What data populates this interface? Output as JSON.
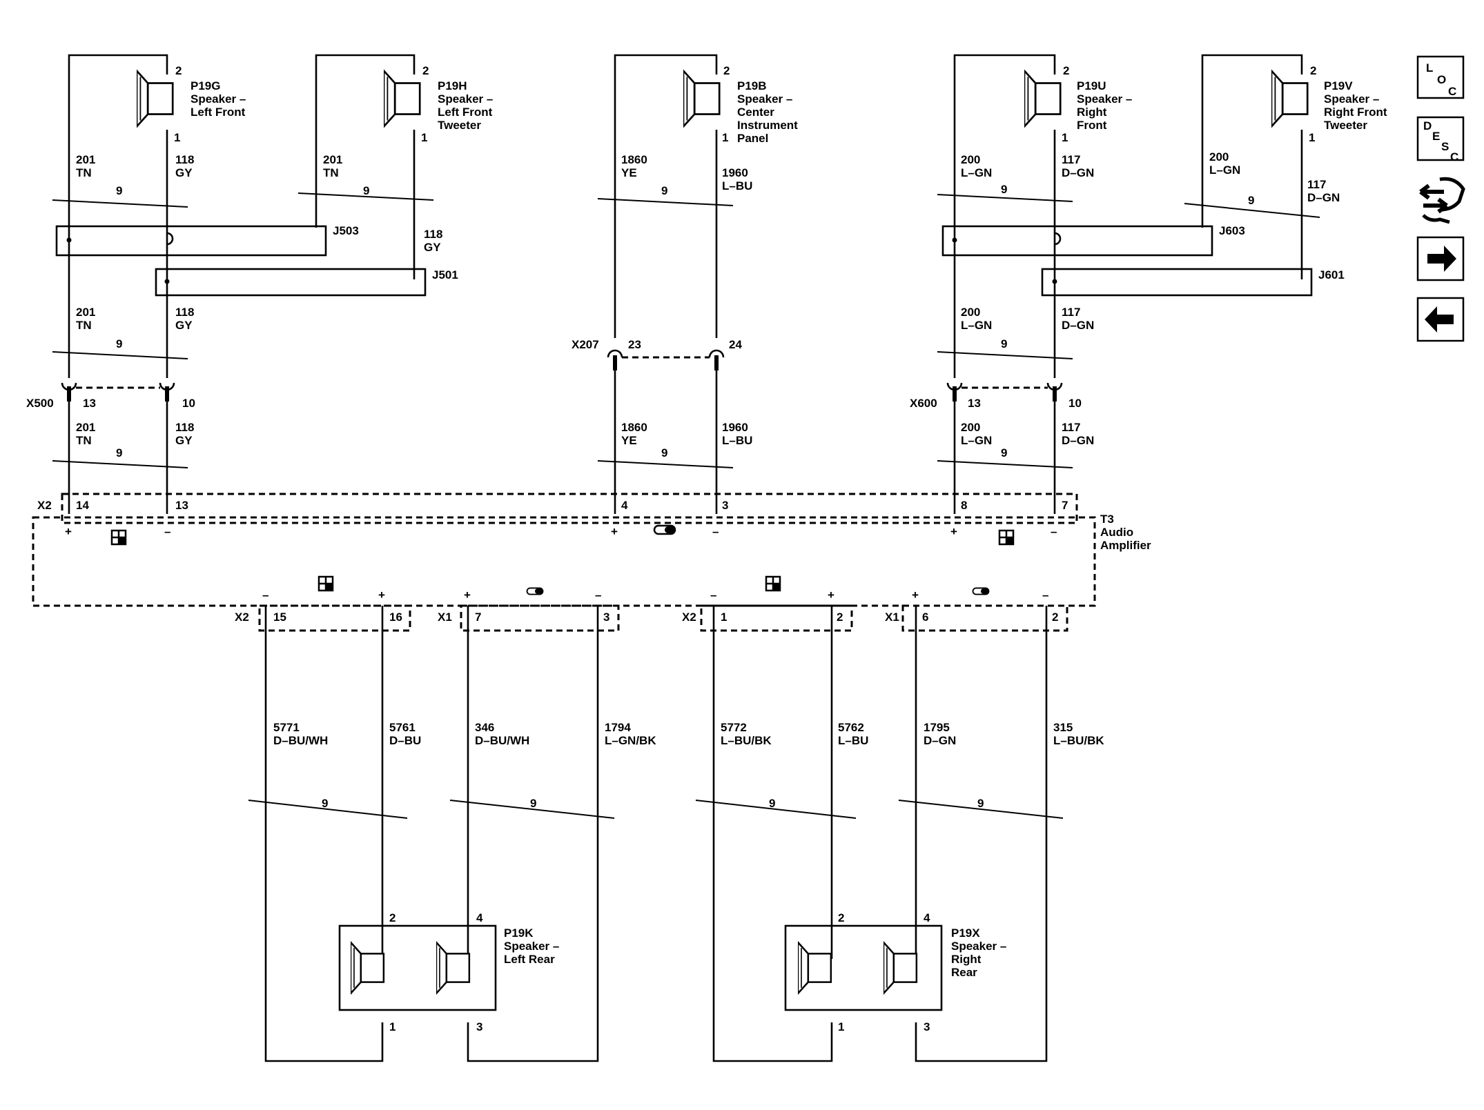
{
  "speakers": {
    "p19g": {
      "ref": "P19G",
      "lines": [
        "Speaker –",
        "Left Front"
      ],
      "pin_top": "2",
      "pin_bottom": "1"
    },
    "p19h": {
      "ref": "P19H",
      "lines": [
        "Speaker –",
        "Left Front",
        "Tweeter"
      ],
      "pin_top": "2",
      "pin_bottom": "1"
    },
    "p19b": {
      "ref": "P19B",
      "lines": [
        "Speaker –",
        "Center",
        "Instrument",
        "Panel"
      ],
      "pin_top": "2",
      "pin_bottom": "1"
    },
    "p19u": {
      "ref": "P19U",
      "lines": [
        "Speaker –",
        "Right",
        "Front"
      ],
      "pin_top": "2",
      "pin_bottom": "1"
    },
    "p19v": {
      "ref": "P19V",
      "lines": [
        "Speaker –",
        "Right Front",
        "Tweeter"
      ],
      "pin_top": "2",
      "pin_bottom": "1"
    },
    "p19k": {
      "ref": "P19K",
      "lines": [
        "Speaker –",
        "Left Rear"
      ],
      "pins": [
        "2",
        "4",
        "1",
        "3"
      ]
    },
    "p19x": {
      "ref": "P19X",
      "lines": [
        "Speaker –",
        "Right",
        "Rear"
      ],
      "pins": [
        "2",
        "4",
        "1",
        "3"
      ]
    }
  },
  "wires": {
    "w201": {
      "circuit": "201",
      "color": "TN"
    },
    "w118": {
      "circuit": "118",
      "color": "GY"
    },
    "w1860": {
      "circuit": "1860",
      "color": "YE"
    },
    "w1960": {
      "circuit": "1960",
      "color": "L–BU"
    },
    "w200": {
      "circuit": "200",
      "color": "L–GN"
    },
    "w117": {
      "circuit": "117",
      "color": "D–GN"
    },
    "w5771": {
      "circuit": "5771",
      "color": "D–BU/WH"
    },
    "w5761": {
      "circuit": "5761",
      "color": "D–BU"
    },
    "w346": {
      "circuit": "346",
      "color": "D–BU/WH"
    },
    "w1794": {
      "circuit": "1794",
      "color": "L–GN/BK"
    },
    "w5772": {
      "circuit": "5772",
      "color": "L–BU/BK"
    },
    "w5762": {
      "circuit": "5762",
      "color": "L–BU"
    },
    "w1795": {
      "circuit": "1795",
      "color": "D–GN"
    },
    "w315": {
      "circuit": "315",
      "color": "L–BU/BK"
    }
  },
  "twist": {
    "label": "9"
  },
  "shields": {
    "j503": "J503",
    "j501": "J501",
    "j603": "J603",
    "j601": "J601"
  },
  "connectors": {
    "x500": {
      "name": "X500",
      "pin_a": "13",
      "pin_b": "10"
    },
    "x207": {
      "name": "X207",
      "pin_a": "23",
      "pin_b": "24"
    },
    "x600": {
      "name": "X600",
      "pin_a": "13",
      "pin_b": "10"
    },
    "x2_top": {
      "name": "X2",
      "pins": [
        "14",
        "13",
        "4",
        "3",
        "8",
        "7"
      ]
    },
    "x2_bl": {
      "name": "X2",
      "pins": [
        "15",
        "16"
      ]
    },
    "x1_bl": {
      "name": "X1",
      "pins": [
        "7",
        "3"
      ]
    },
    "x2_br": {
      "name": "X2",
      "pins": [
        "1",
        "2"
      ]
    },
    "x1_br": {
      "name": "X1",
      "pins": [
        "6",
        "2"
      ]
    }
  },
  "amplifier": {
    "ref": "T3",
    "lines": [
      "Audio",
      "Amplifier"
    ]
  },
  "polarity": {
    "plus": "+",
    "minus": "–"
  },
  "nav": {
    "loc": {
      "letters": [
        "L",
        "O",
        "C"
      ]
    },
    "desc": {
      "letters": [
        "D",
        "E",
        "S",
        "C"
      ]
    },
    "icons": [
      "connector-swap-icon",
      "arrow-right-icon",
      "arrow-left-icon"
    ]
  }
}
